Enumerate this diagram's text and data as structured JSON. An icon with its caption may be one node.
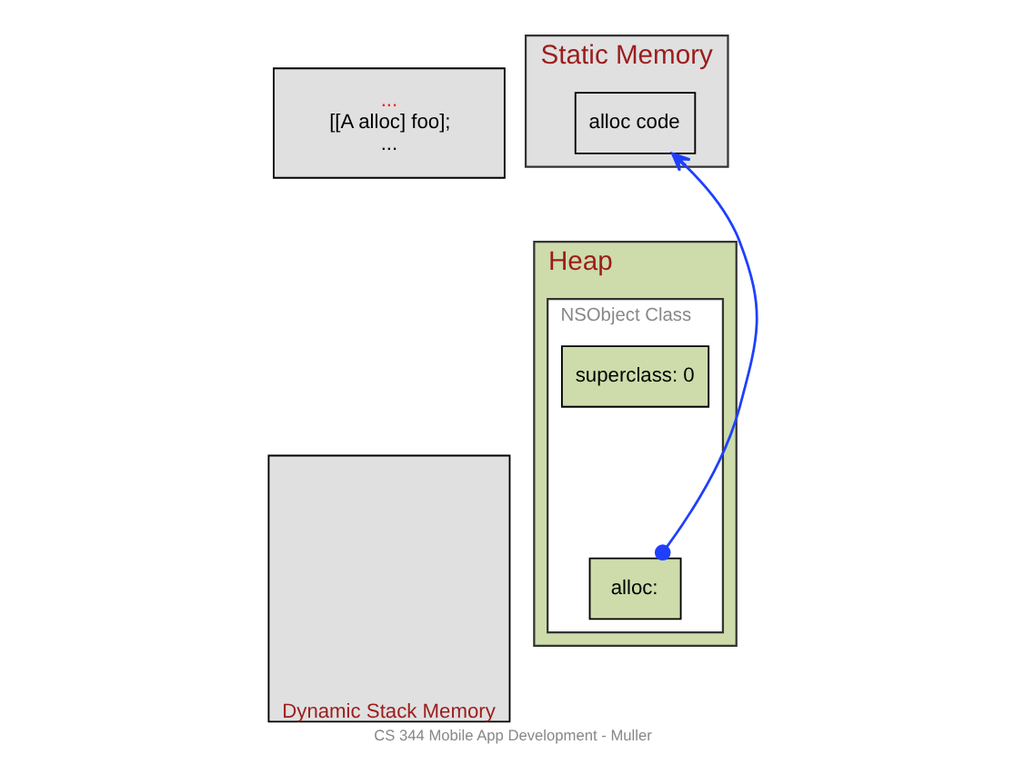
{
  "diagram": {
    "caption": "CS 344 Mobile App Development - Muller",
    "nodes": [
      {
        "text": [
          "...",
          "[[A alloc] foo];",
          "..."
        ]
      },
      {
        "text": [
          "Dynamic Stack Memory"
        ]
      },
      {
        "text": [
          "Static Memory"
        ]
      },
      {
        "text": [
          "alloc code"
        ],
        "in": 2
      },
      {
        "text": [
          "Heap"
        ]
      },
      {
        "text": [
          "NSObject Class"
        ],
        "in": 4
      },
      {
        "text": [
          "superclass: 0"
        ],
        "in": 5
      },
      {
        "text": [
          "alloc:"
        ],
        "in": 5
      }
    ],
    "edges": [
      {
        "from": 7,
        "to": 3,
        "arrow": "to",
        "color": "#1f3fff"
      }
    ]
  }
}
